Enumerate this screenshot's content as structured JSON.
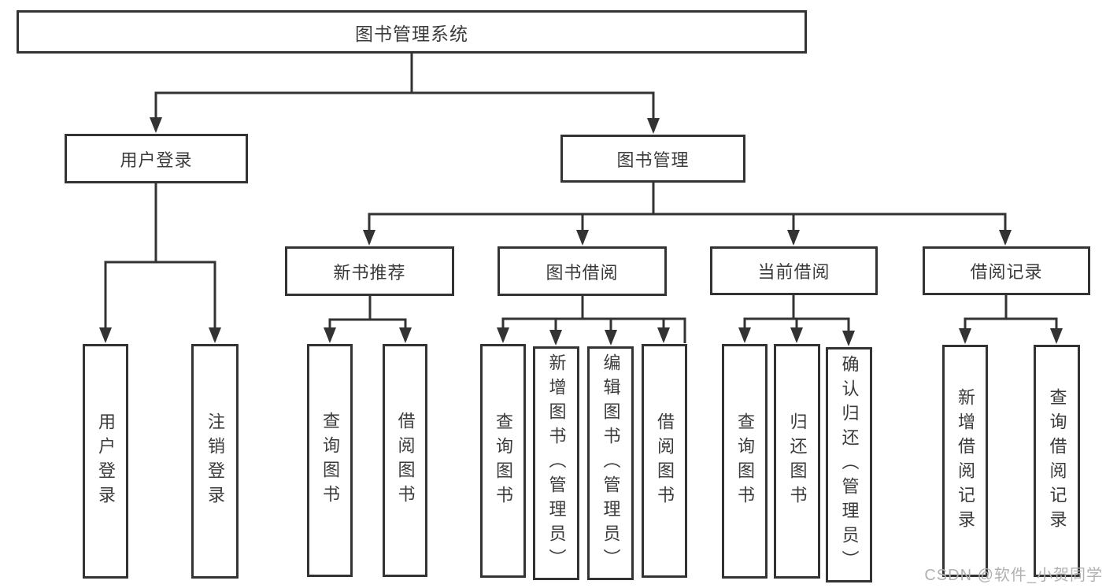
{
  "colors": {
    "line": "#333333",
    "box_border": "#333333",
    "text": "#3b3b3b",
    "canvas_background": "#ffffff",
    "watermark": "#b1b1b1"
  },
  "tree": {
    "root": {
      "label": "图书管理系统"
    },
    "user": {
      "label": "用户登录",
      "children": [
        {
          "label": "用户登录"
        },
        {
          "label": "注销登录"
        }
      ]
    },
    "management": {
      "label": "图书管理",
      "groups": [
        {
          "label": "新书推荐",
          "children": [
            {
              "label": "查询图书"
            },
            {
              "label": "借阅图书"
            }
          ]
        },
        {
          "label": "图书借阅",
          "children": [
            {
              "label": "查询图书"
            },
            {
              "label": "新增图书（管理员）"
            },
            {
              "label": "编辑图书（管理员）"
            },
            {
              "label": "借阅图书"
            }
          ]
        },
        {
          "label": "当前借阅",
          "children": [
            {
              "label": "查询图书"
            },
            {
              "label": "归还图书"
            },
            {
              "label": "确认归还（管理员）"
            }
          ]
        },
        {
          "label": "借阅记录",
          "children": [
            {
              "label": "新增借阅记录"
            },
            {
              "label": "查询借阅记录"
            }
          ]
        }
      ]
    }
  },
  "watermark": {
    "text": "CSDN @软件_小贺同学"
  }
}
